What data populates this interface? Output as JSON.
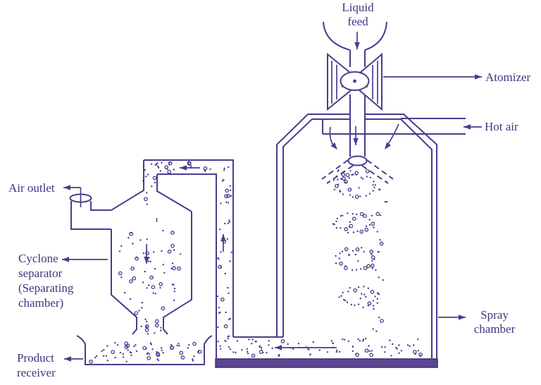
{
  "labels": {
    "liquid_feed": [
      "Liquid",
      "feed"
    ],
    "atomizer": "Atomizer",
    "hot_air": "Hot air",
    "spray_chamber": [
      "Spray",
      "chamber"
    ],
    "air_outlet": "Air outlet",
    "cyclone_separator": [
      "Cyclone",
      "separator",
      "(Separating",
      "chamber)"
    ],
    "product_receiver": [
      "Product",
      "receiver"
    ]
  },
  "colors": {
    "line": "#4d3a8e",
    "text": "#463180",
    "base_bar": "#5a4691",
    "base_bar_edge": "#3d2d6e",
    "background": "#ffffff"
  }
}
